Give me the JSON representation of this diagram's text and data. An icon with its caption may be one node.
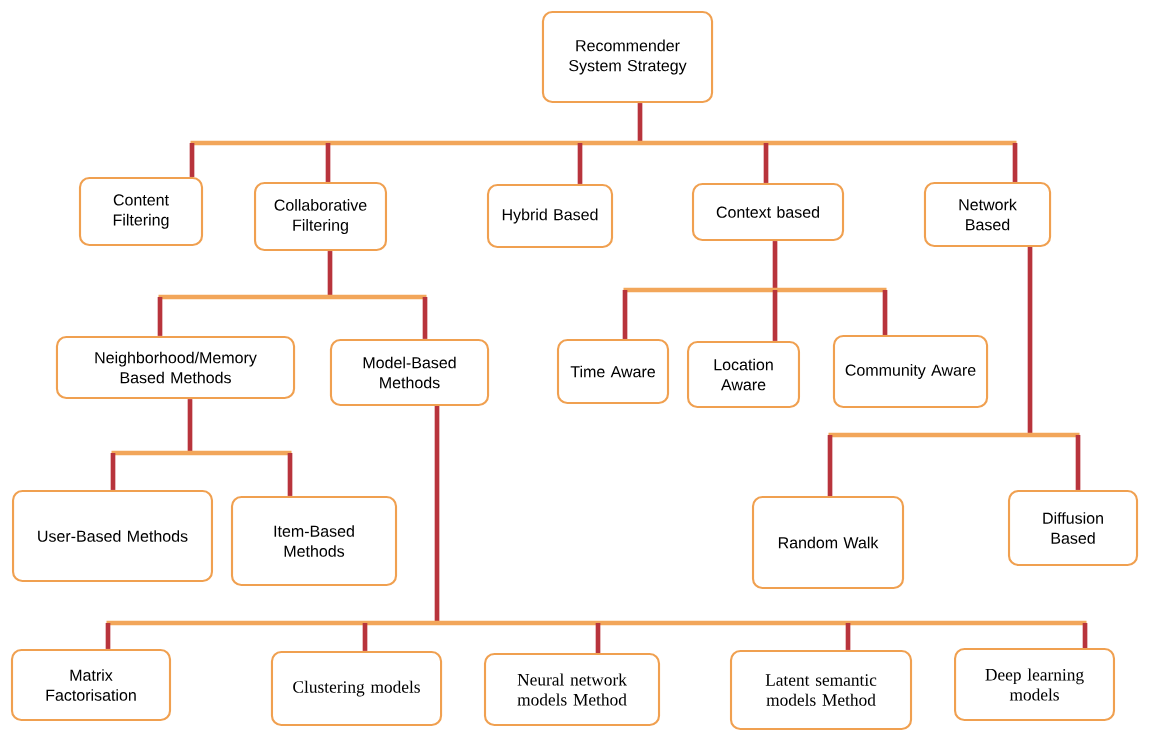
{
  "diagram": {
    "nodes": [
      {
        "text": [
          "Recommender System Strategy"
        ]
      },
      {
        "text": [
          "Content Filtering"
        ]
      },
      {
        "text": [
          "Collaborative Filtering"
        ]
      },
      {
        "text": [
          "Hybrid Based"
        ]
      },
      {
        "text": [
          "Context based"
        ]
      },
      {
        "text": [
          "Network Based"
        ]
      },
      {
        "text": [
          "Neighborhood/Memory Based Methods"
        ]
      },
      {
        "text": [
          "Model-Based Methods"
        ]
      },
      {
        "text": [
          "Time Aware"
        ]
      },
      {
        "text": [
          "Location Aware"
        ]
      },
      {
        "text": [
          "Community Aware"
        ]
      },
      {
        "text": [
          "User-Based Methods"
        ]
      },
      {
        "text": [
          "Item-Based Methods"
        ]
      },
      {
        "text": [
          "Random Walk"
        ]
      },
      {
        "text": [
          "Diffusion Based"
        ]
      },
      {
        "text": [
          "Matrix Factorisation"
        ]
      },
      {
        "text": [
          "Clustering models"
        ]
      },
      {
        "text": [
          "Neural network models Method"
        ]
      },
      {
        "text": [
          "Latent semantic models Method"
        ]
      },
      {
        "text": [
          "Deep learning models"
        ]
      }
    ],
    "edges": [
      {
        "from": 0,
        "to": 1,
        "arrow": "none"
      },
      {
        "from": 0,
        "to": 2,
        "arrow": "none"
      },
      {
        "from": 0,
        "to": 3,
        "arrow": "none"
      },
      {
        "from": 0,
        "to": 4,
        "arrow": "none"
      },
      {
        "from": 0,
        "to": 5,
        "arrow": "none"
      },
      {
        "from": 2,
        "to": 6,
        "arrow": "none"
      },
      {
        "from": 2,
        "to": 7,
        "arrow": "none"
      },
      {
        "from": 4,
        "to": 8,
        "arrow": "none"
      },
      {
        "from": 4,
        "to": 9,
        "arrow": "none"
      },
      {
        "from": 4,
        "to": 10,
        "arrow": "none"
      },
      {
        "from": 6,
        "to": 11,
        "arrow": "none"
      },
      {
        "from": 6,
        "to": 12,
        "arrow": "none"
      },
      {
        "from": 5,
        "to": 13,
        "arrow": "none"
      },
      {
        "from": 5,
        "to": 14,
        "arrow": "none"
      },
      {
        "from": 7,
        "to": 15,
        "arrow": "none"
      },
      {
        "from": 7,
        "to": 16,
        "arrow": "none"
      },
      {
        "from": 7,
        "to": 17,
        "arrow": "none"
      },
      {
        "from": 7,
        "to": 18,
        "arrow": "none"
      },
      {
        "from": 7,
        "to": 19,
        "arrow": "none"
      }
    ]
  }
}
